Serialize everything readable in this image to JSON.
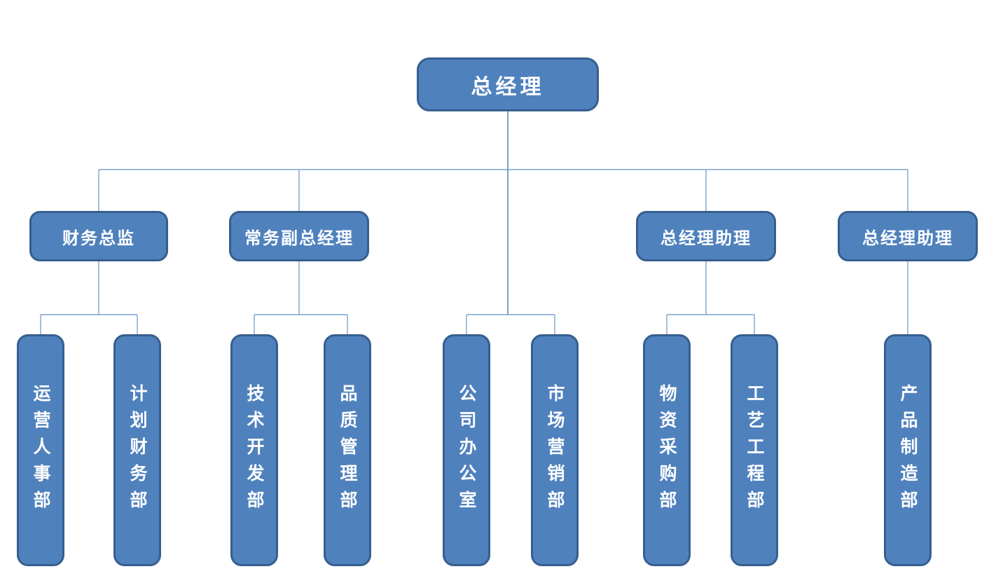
{
  "org": {
    "root": {
      "label": "总经理"
    },
    "level2": [
      {
        "label": "财务总监"
      },
      {
        "label": "常务副总经理"
      },
      {
        "label": "总经理助理"
      },
      {
        "label": "总经理助理"
      }
    ],
    "departments": [
      {
        "label": "运营人事部"
      },
      {
        "label": "计划财务部"
      },
      {
        "label": "技术开发部"
      },
      {
        "label": "品质管理部"
      },
      {
        "label": "公司办公室"
      },
      {
        "label": "市场营销部"
      },
      {
        "label": "物资采购部"
      },
      {
        "label": "工艺工程部"
      },
      {
        "label": "产品制造部"
      }
    ],
    "colors": {
      "node_fill": "#4f81bd",
      "node_border": "#365f8f",
      "connector": "#7096c4",
      "text": "#ffffff",
      "background": "#ffffff"
    }
  }
}
